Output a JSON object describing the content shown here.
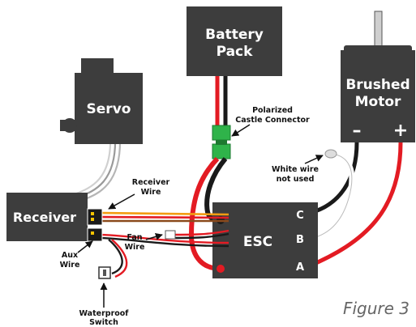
{
  "components": {
    "battery": [
      "Battery",
      "Pack"
    ],
    "motor": [
      "Brushed",
      "Motor"
    ],
    "motor_minus": "–",
    "motor_plus": "+",
    "servo": "Servo",
    "receiver": "Receiver",
    "esc": "ESC",
    "esc_c": "C",
    "esc_b": "B",
    "esc_a": "A"
  },
  "annotations": {
    "connector": [
      "Polarized",
      "Castle Connector"
    ],
    "white_wire": [
      "White wire",
      "not used"
    ],
    "receiver_wire": [
      "Receiver",
      "Wire"
    ],
    "fan_wire": [
      "Fan",
      "Wire"
    ],
    "aux_wire": [
      "Aux",
      "Wire"
    ],
    "switch": [
      "Waterproof",
      "Switch"
    ]
  },
  "figure_caption": "Figure 3",
  "colors": {
    "box": "#3d3d3d",
    "red_wire": "#e31b23",
    "black_wire": "#1a1a1a",
    "connector_green": "#2fb34a",
    "orange_wire": "#f39c12",
    "brown_wire": "#8b4a1c",
    "gray_wire": "#9a9a9a",
    "caption": "#666666"
  }
}
